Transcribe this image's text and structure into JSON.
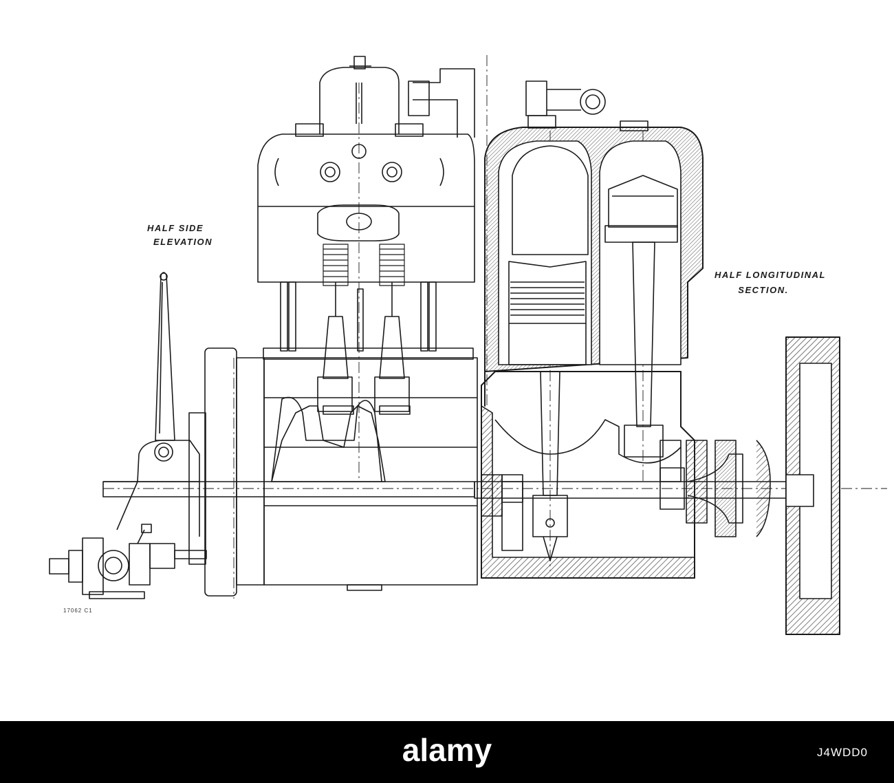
{
  "drawing": {
    "labels": {
      "side_elevation_line1": "HALF SIDE",
      "side_elevation_line2": "ELEVATION",
      "section_line1": "HALF LONGITUDINAL",
      "section_line2": "SECTION."
    },
    "drawing_number": "17062 C1"
  },
  "footer": {
    "brand": "alamy",
    "image_id": "J4WDD0"
  },
  "colors": {
    "ink": "#1a1a1a",
    "hatch": "#333333",
    "background": "#ffffff",
    "footer_bg": "#000000"
  }
}
